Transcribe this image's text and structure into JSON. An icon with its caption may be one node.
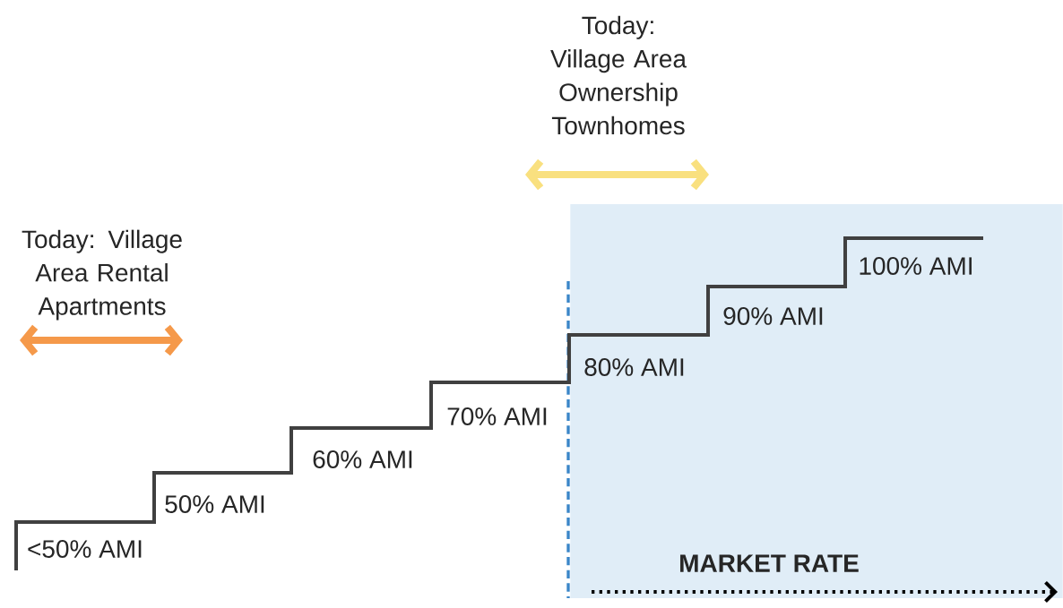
{
  "diagram": {
    "nodes": [
      {
        "text": [
          "MARKET RATE"
        ]
      }
    ],
    "labels": [
      "Today: Village Area Ownership Townhomes",
      "Today: Village Area Rental Apartments",
      "100% AMI",
      "90% AMI",
      "80% AMI",
      "70% AMI",
      "60% AMI",
      "50% AMI",
      "<50% AMI"
    ]
  }
}
